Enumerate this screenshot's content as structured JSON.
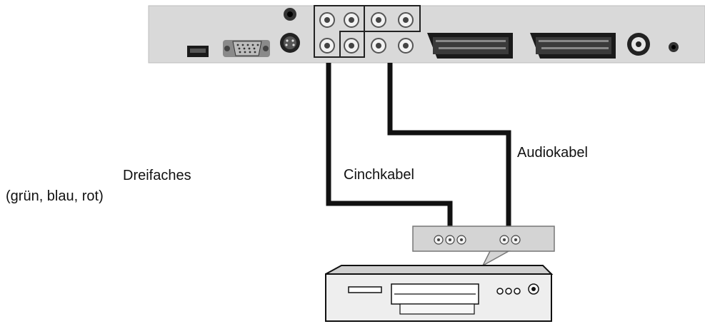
{
  "labels": {
    "component_line1": "Dreifaches",
    "component_line2": "(grün, blau, rot)",
    "cinch_cable": "Cinchkabel",
    "audio_cable": "Audiokabel"
  },
  "colors": {
    "panel": "#d9d9d9",
    "cable": "#111111",
    "device": "#eeeeee"
  }
}
